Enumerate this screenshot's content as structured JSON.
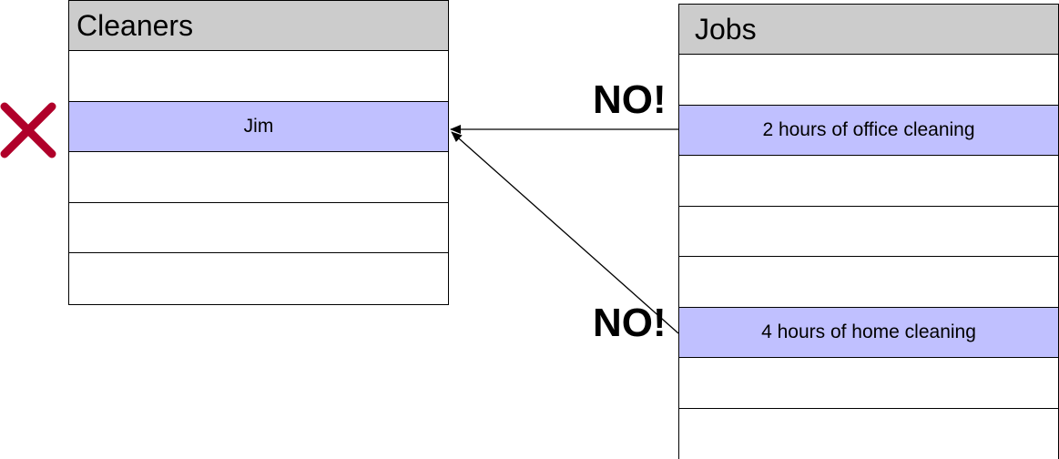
{
  "cleaners": {
    "title": "Cleaners",
    "rows": [
      "",
      "Jim",
      "",
      "",
      ""
    ]
  },
  "jobs": {
    "title": "Jobs",
    "rows": [
      "",
      "2 hours of office cleaning",
      "",
      "",
      "",
      "4 hours of home cleaning",
      "",
      ""
    ]
  },
  "labels": {
    "no_1": "NO!",
    "no_2": "NO!"
  },
  "icons": {
    "cross": "cross-icon"
  },
  "colors": {
    "header_bg": "#cccccc",
    "highlight_row": "#c0c0ff",
    "cross": "#b0002a"
  }
}
